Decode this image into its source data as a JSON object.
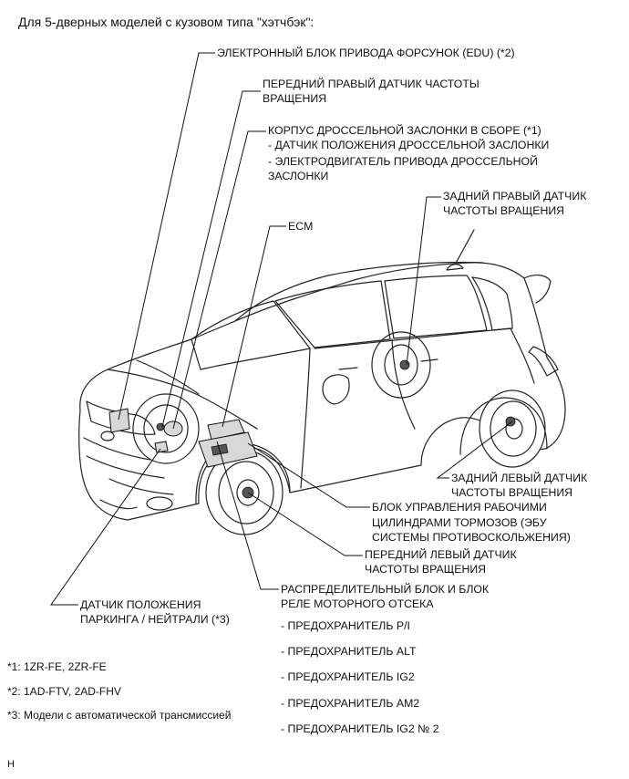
{
  "title": "Для 5-дверных моделей с кузовом типа \"хэтчбэк\":",
  "labels": {
    "edu": "ЭЛЕКТРОННЫЙ БЛОК ПРИВОДА ФОРСУНОК (EDU) (*2)",
    "front_right_line1": "ПЕРЕДНИЙ ПРАВЫЙ ДАТЧИК ЧАСТОТЫ",
    "front_right_line2": "ВРАЩЕНИЯ",
    "throttle_line1": "КОРПУС ДРОССЕЛЬНОЙ ЗАСЛОНКИ В СБОРЕ (*1)",
    "throttle_line2": "- ДАТЧИК ПОЛОЖЕНИЯ ДРОССЕЛЬНОЙ ЗАСЛОНКИ",
    "throttle_line3": "- ЭЛЕКТРОДВИГАТЕЛЬ ПРИВОДА ДРОССЕЛЬНОЙ",
    "throttle_line4": "ЗАСЛОНКИ",
    "rear_right_line1": "ЗАДНИЙ ПРАВЫЙ ДАТЧИК",
    "rear_right_line2": "ЧАСТОТЫ ВРАЩЕНИЯ",
    "ecm": "ECM",
    "rear_left_line1": "ЗАДНИЙ ЛЕВЫЙ ДАТЧИК",
    "rear_left_line2": "ЧАСТОТЫ ВРАЩЕНИЯ",
    "brake_line1": "БЛОК УПРАВЛЕНИЯ РАБОЧИМИ",
    "brake_line2": "ЦИЛИНДРАМИ ТОРМОЗОВ (ЭБУ",
    "brake_line3": "СИСТЕМЫ ПРОТИВОСКОЛЬЖЕНИЯ)",
    "front_left_line1": "ПЕРЕДНИЙ ЛЕВЫЙ ДАТЧИК",
    "front_left_line2": "ЧАСТОТЫ ВРАЩЕНИЯ",
    "junction_line1": "РАСПРЕДЕЛИТЕЛЬНЫЙ БЛОК И БЛОК",
    "junction_line2": "РЕЛЕ МОТОРНОГО ОТСЕКА",
    "park_line1": "ДАТЧИК ПОЛОЖЕНИЯ",
    "park_line2": "ПАРКИНГА / НЕЙТРАЛИ (*3)"
  },
  "fuses": [
    "- ПРЕДОХРАНИТЕЛЬ P/I",
    "- ПРЕДОХРАНИТЕЛЬ ALT",
    "- ПРЕДОХРАНИТЕЛЬ IG2",
    "- ПРЕДОХРАНИТЕЛЬ AM2",
    "- ПРЕДОХРАНИТЕЛЬ IG2 № 2"
  ],
  "footnotes": [
    "*1: 1ZR-FE, 2ZR-FE",
    "*2: 1AD-FTV, 2AD-FHV",
    "*3: Модели с автоматической трансмиссией"
  ],
  "corner_mark": "H"
}
